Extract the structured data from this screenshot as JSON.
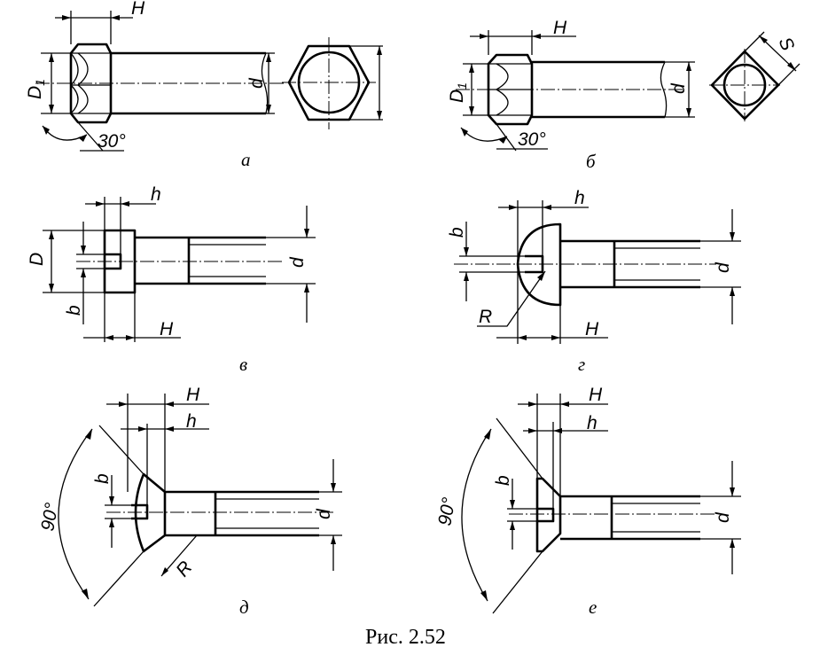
{
  "figure_caption": "Рис. 2.52",
  "panels": {
    "a": {
      "caption": "а",
      "labels": {
        "H": "H",
        "D1": "D",
        "D1_sub": "1",
        "d": "d",
        "angle": "30°"
      }
    },
    "b": {
      "caption": "б",
      "labels": {
        "H": "H",
        "D1": "D",
        "D1_sub": "1",
        "d": "d",
        "angle": "30°",
        "S": "S"
      }
    },
    "v": {
      "caption": "в",
      "labels": {
        "h": "h",
        "D": "D",
        "b": "b",
        "d": "d",
        "H": "H"
      }
    },
    "g": {
      "caption": "г",
      "labels": {
        "h": "h",
        "b": "b",
        "d": "d",
        "R": "R",
        "H": "H"
      }
    },
    "d": {
      "caption": "д",
      "labels": {
        "H": "H",
        "h": "h",
        "b": "b",
        "d": "d",
        "angle": "90°",
        "R": "R"
      }
    },
    "e": {
      "caption": "е",
      "labels": {
        "H": "H",
        "h": "h",
        "b": "b",
        "d": "d",
        "angle": "90°"
      }
    }
  }
}
